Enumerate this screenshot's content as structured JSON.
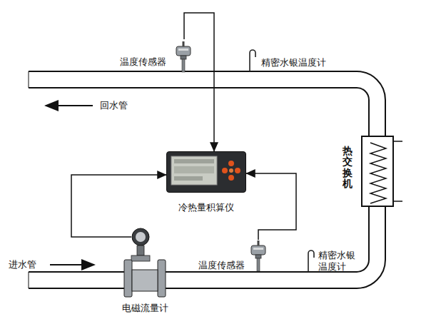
{
  "diagram": {
    "nodes": [
      {
        "text": [
          "温度传感器"
        ]
      },
      {
        "text": [
          "冷热量积算仪"
        ]
      },
      {
        "text": [
          "电磁流量计"
        ]
      },
      {
        "text": [
          "温度传感器"
        ]
      },
      {
        "text": [
          "热交换机"
        ]
      }
    ],
    "edges": [
      {
        "from": 0,
        "to": 1,
        "arrow": "to"
      },
      {
        "from": 2,
        "to": 1,
        "arrow": "to"
      },
      {
        "from": 3,
        "to": 1,
        "arrow": "to"
      }
    ],
    "labels": [
      "回水管",
      "进水管",
      "精密水银温度计",
      "精密水银 温度计"
    ]
  }
}
